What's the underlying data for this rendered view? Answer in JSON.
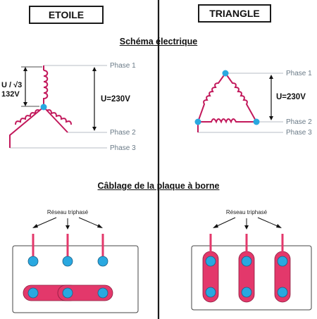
{
  "headers": {
    "left": "ETOILE",
    "right": "TRIANGLE"
  },
  "sections": {
    "schema": "Schéma électrique",
    "cablage": "Câblage de la plaque à borne"
  },
  "star": {
    "phase_voltage_label": "U / √3",
    "phase_voltage_value": "132V",
    "line_voltage": "U=230V",
    "phases": [
      "Phase 1",
      "Phase 2",
      "Phase 3"
    ]
  },
  "triangle": {
    "line_voltage": "U=230V",
    "phases": [
      "Phase 1",
      "Phase 2",
      "Phase 3"
    ]
  },
  "network_label": "Réseau triphasé",
  "colors": {
    "wire": "#c2185b",
    "phase_wire": "#cfd4d8",
    "terminal": "#29a8e0",
    "strap": "#e3386b",
    "text": "#111111",
    "phase_text": "#6a7a87"
  }
}
